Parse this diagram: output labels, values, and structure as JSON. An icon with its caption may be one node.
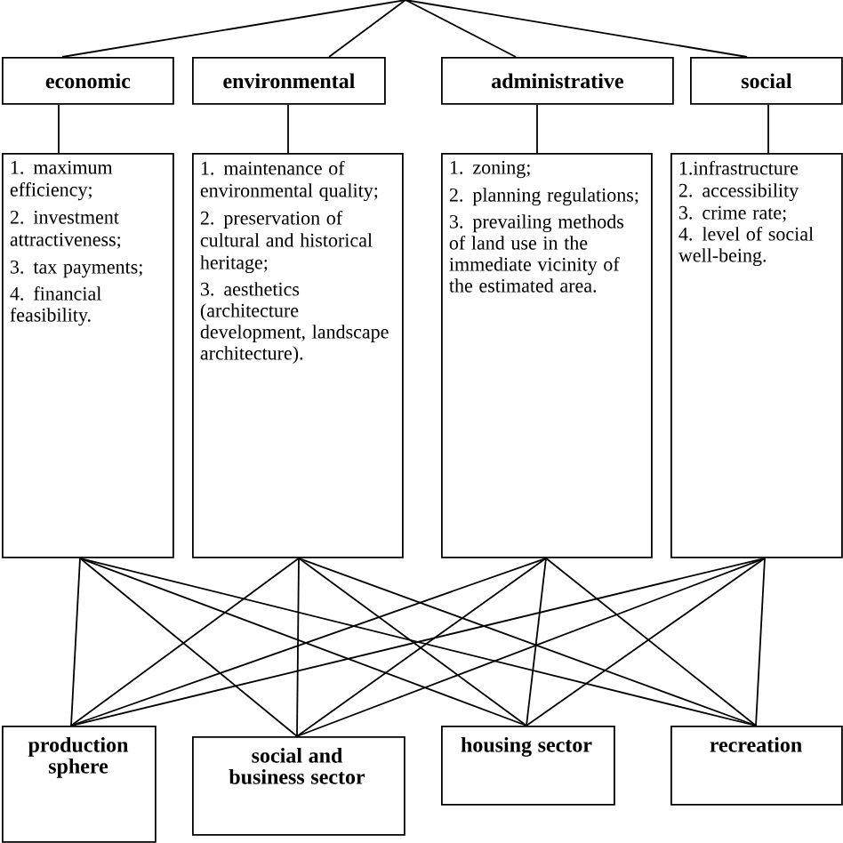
{
  "diagram": {
    "nodes": [
      {
        "text": [
          "economic"
        ]
      },
      {
        "text": [
          "environmental"
        ]
      },
      {
        "text": [
          "administrative"
        ]
      },
      {
        "text": [
          "social"
        ]
      },
      {
        "text": [
          "1. maximum efficiency;",
          "2. investment attractiveness;",
          "3. tax payments;",
          "4. financial feasibility."
        ]
      },
      {
        "text": [
          "1. maintenance of environmental quality;",
          "2. preservation of cultural and historical heritage;",
          "3. aesthetics (architecture development, landscape architecture)."
        ]
      },
      {
        "text": [
          "1. zoning;",
          "2. planning regulations;",
          "3. prevailing methods of land use in the immediate vicinity of the estimated area."
        ]
      },
      {
        "text": [
          "1.infrastructure",
          "2. accessibility",
          "3. crime rate;",
          "4. level of social well-being."
        ]
      },
      {
        "text": [
          "production sphere"
        ]
      },
      {
        "text": [
          "social and business sector"
        ]
      },
      {
        "text": [
          "housing sector"
        ]
      },
      {
        "text": [
          "recreation"
        ]
      }
    ],
    "edges": [
      {
        "from": null,
        "to": 0,
        "arrow": "none"
      },
      {
        "from": null,
        "to": 1,
        "arrow": "none"
      },
      {
        "from": null,
        "to": 2,
        "arrow": "none"
      },
      {
        "from": null,
        "to": 3,
        "arrow": "none"
      },
      {
        "from": 0,
        "to": 4,
        "arrow": "none"
      },
      {
        "from": 1,
        "to": 5,
        "arrow": "none"
      },
      {
        "from": 2,
        "to": 6,
        "arrow": "none"
      },
      {
        "from": 3,
        "to": 7,
        "arrow": "none"
      },
      {
        "from": 4,
        "to": 8,
        "arrow": "none"
      },
      {
        "from": 4,
        "to": 9,
        "arrow": "none"
      },
      {
        "from": 4,
        "to": 10,
        "arrow": "none"
      },
      {
        "from": 4,
        "to": 11,
        "arrow": "none"
      },
      {
        "from": 5,
        "to": 8,
        "arrow": "none"
      },
      {
        "from": 5,
        "to": 9,
        "arrow": "none"
      },
      {
        "from": 5,
        "to": 10,
        "arrow": "none"
      },
      {
        "from": 5,
        "to": 11,
        "arrow": "none"
      },
      {
        "from": 6,
        "to": 8,
        "arrow": "none"
      },
      {
        "from": 6,
        "to": 9,
        "arrow": "none"
      },
      {
        "from": 6,
        "to": 10,
        "arrow": "none"
      },
      {
        "from": 6,
        "to": 11,
        "arrow": "none"
      },
      {
        "from": 7,
        "to": 8,
        "arrow": "none"
      },
      {
        "from": 7,
        "to": 9,
        "arrow": "none"
      },
      {
        "from": 7,
        "to": 10,
        "arrow": "none"
      },
      {
        "from": 7,
        "to": 11,
        "arrow": "none"
      }
    ]
  }
}
